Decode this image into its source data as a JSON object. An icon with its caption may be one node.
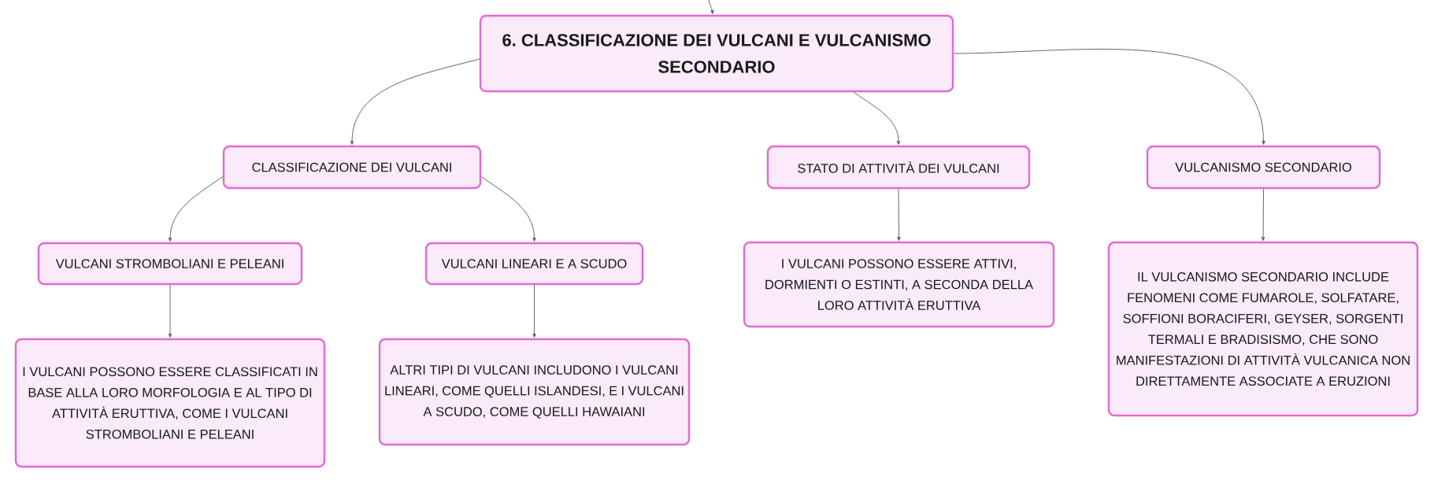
{
  "diagram": {
    "nodes": [
      {
        "text": [
          "6. CLASSIFICAZIONE DEI VULCANI E VULCANISMO SECONDARIO"
        ]
      },
      {
        "text": [
          "CLASSIFICAZIONE DEI VULCANI"
        ]
      },
      {
        "text": [
          "STATO DI ATTIVITÀ DEI VULCANI"
        ]
      },
      {
        "text": [
          "VULCANISMO SECONDARIO"
        ]
      },
      {
        "text": [
          "VULCANI STROMBOLIANI E PELEANI"
        ]
      },
      {
        "text": [
          "VULCANI LINEARI E A SCUDO"
        ]
      },
      {
        "text": [
          "I VULCANI POSSONO ESSERE ATTIVI, DORMIENTI O ESTINTI, A SECONDA DELLA LORO ATTIVITÀ ERUTTIVA"
        ]
      },
      {
        "text": [
          "IL VULCANISMO SECONDARIO INCLUDE FENOMENI COME FUMAROLE, SOLFATARE, SOFFIONI BORACIFERI, GEYSER, SORGENTI TERMALI E BRADISISMO, CHE SONO MANIFESTAZIONI DI ATTIVITÀ VULCANICA NON DIRETTAMENTE ASSOCIATE A ERUZIONI"
        ]
      },
      {
        "text": [
          "I VULCANI POSSONO ESSERE CLASSIFICATI IN BASE ALLA LORO MORFOLOGIA E AL TIPO DI ATTIVITÀ ERUTTIVA, COME I VULCANI STROMBOLIANI E PELEANI"
        ]
      },
      {
        "text": [
          "ALTRI TIPI DI VULCANI INCLUDONO I VULCANI LINEARI, COME QUELLI ISLANDESI, E I VULCANI A SCUDO, COME QUELLI HAWAIANI"
        ]
      }
    ],
    "edges": [
      {
        "from": null,
        "to": 0,
        "arrow": "to"
      },
      {
        "from": 0,
        "to": 1,
        "arrow": "to"
      },
      {
        "from": 0,
        "to": 2,
        "arrow": "to"
      },
      {
        "from": 0,
        "to": 3,
        "arrow": "to"
      },
      {
        "from": 1,
        "to": 4,
        "arrow": "to"
      },
      {
        "from": 1,
        "to": 5,
        "arrow": "to"
      },
      {
        "from": 4,
        "to": 8,
        "arrow": "to"
      },
      {
        "from": 5,
        "to": 9,
        "arrow": "to"
      },
      {
        "from": 2,
        "to": 6,
        "arrow": "to"
      },
      {
        "from": 3,
        "to": 7,
        "arrow": "to"
      }
    ]
  }
}
